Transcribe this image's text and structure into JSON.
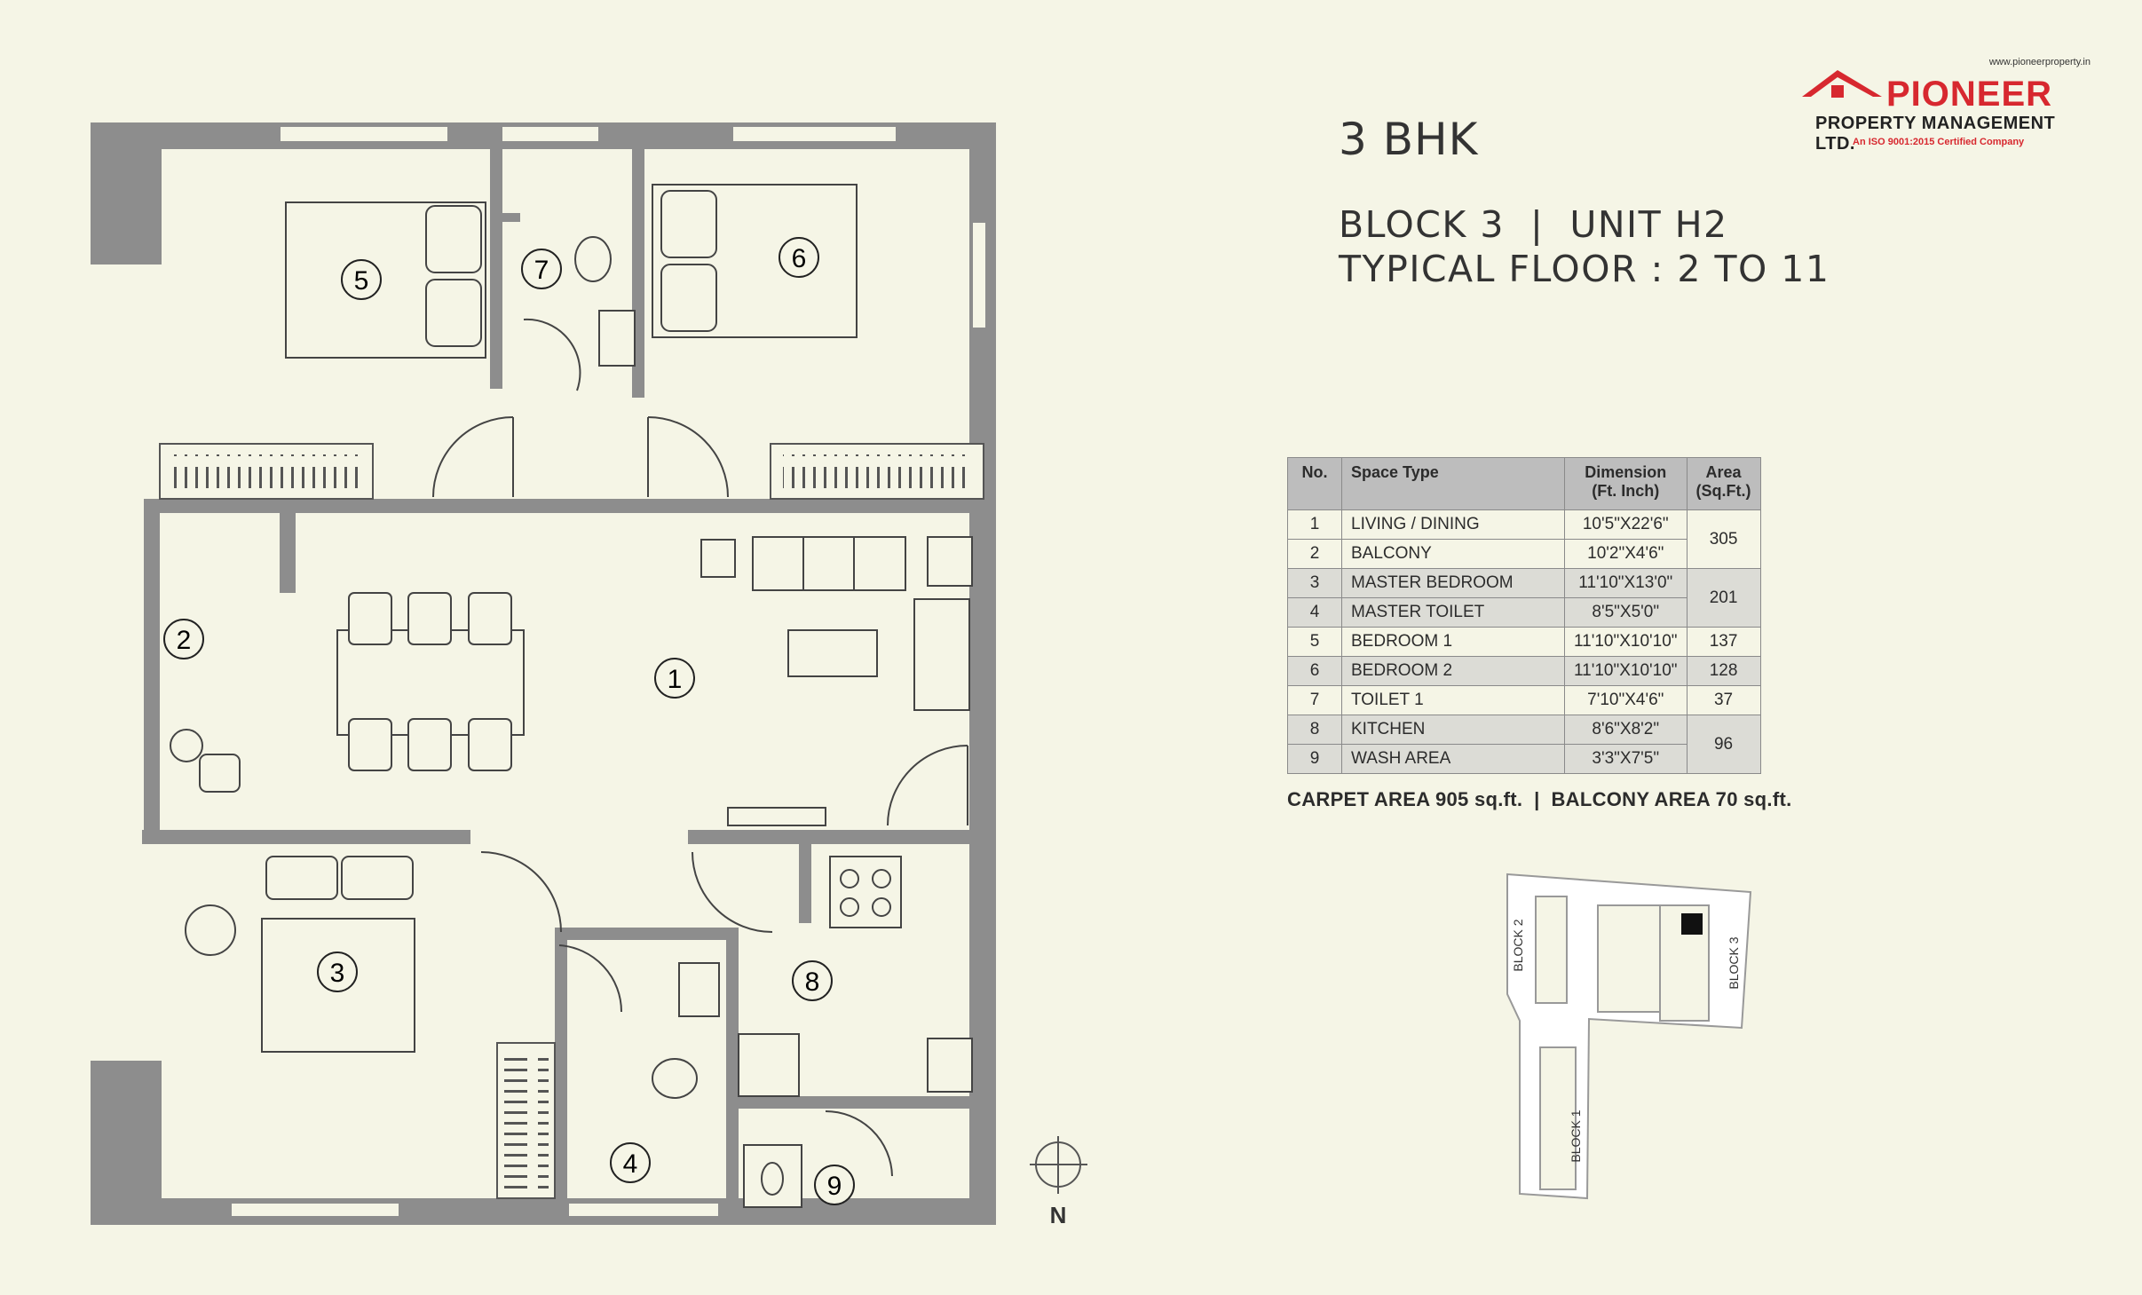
{
  "title": {
    "bhk": "3 BHK",
    "line1": "BLOCK 3  |  UNIT H2",
    "line2": "TYPICAL FLOOR : 2 TO 11"
  },
  "logo": {
    "url": "www.pioneerproperty.in",
    "name": "PIONEER",
    "subtitle": "PROPERTY MANAGEMENT LTD.",
    "iso": "An ISO 9001:2015 Certified Company",
    "brand_color": "#d7282f"
  },
  "table": {
    "headers": {
      "no": "No.",
      "space": "Space Type",
      "dimension": "Dimension (Ft. Inch)",
      "area": "Area (Sq.Ft.)"
    },
    "rows": [
      {
        "no": "1",
        "space": "LIVING / DINING",
        "dimension": "10'5\"X22'6\""
      },
      {
        "no": "2",
        "space": "BALCONY",
        "dimension": "10'2\"X4'6\""
      },
      {
        "no": "3",
        "space": "MASTER BEDROOM",
        "dimension": "11'10\"X13'0\""
      },
      {
        "no": "4",
        "space": "MASTER TOILET",
        "dimension": "8'5\"X5'0\""
      },
      {
        "no": "5",
        "space": "BEDROOM 1",
        "dimension": "11'10\"X10'10\""
      },
      {
        "no": "6",
        "space": "BEDROOM 2",
        "dimension": "11'10\"X10'10\""
      },
      {
        "no": "7",
        "space": "TOILET 1",
        "dimension": "7'10\"X4'6\""
      },
      {
        "no": "8",
        "space": "KITCHEN",
        "dimension": "8'6\"X8'2\""
      },
      {
        "no": "9",
        "space": "WASH AREA",
        "dimension": "3'3\"X7'5\""
      }
    ],
    "areas": [
      "305",
      "201",
      "137",
      "128",
      "37",
      "96"
    ]
  },
  "carpet_area": "CARPET AREA 905 sq.ft.  |  BALCONY AREA 70 sq.ft.",
  "rooms": [
    "1",
    "2",
    "3",
    "4",
    "5",
    "6",
    "7",
    "8",
    "9"
  ],
  "compass": "N",
  "key_plan": {
    "block1": "BLOCK 1",
    "block2": "BLOCK 2",
    "block3": "BLOCK 3"
  },
  "colors": {
    "wall": "#8d8d8d",
    "background": "#f5f5e6",
    "table_header": "#bdbdbd"
  }
}
